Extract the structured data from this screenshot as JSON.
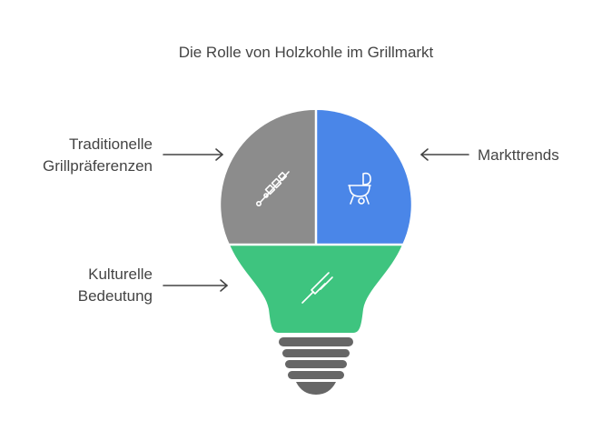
{
  "title": "Die Rolle von Holzkohle im Grillmarkt",
  "segments": {
    "traditional": {
      "label_line1": "Traditionelle",
      "label_line2": "Grillpräferenzen",
      "color": "#8c8c8c",
      "icon": "skewer-icon"
    },
    "market": {
      "label": "Markttrends",
      "color": "#4a86e8",
      "icon": "grill-icon"
    },
    "cultural": {
      "label_line1": "Kulturelle",
      "label_line2": "Bedeutung",
      "color": "#3ec47f",
      "icon": "fork-icon"
    }
  },
  "bulb_base_color": "#666666",
  "arrow_color": "#444444"
}
